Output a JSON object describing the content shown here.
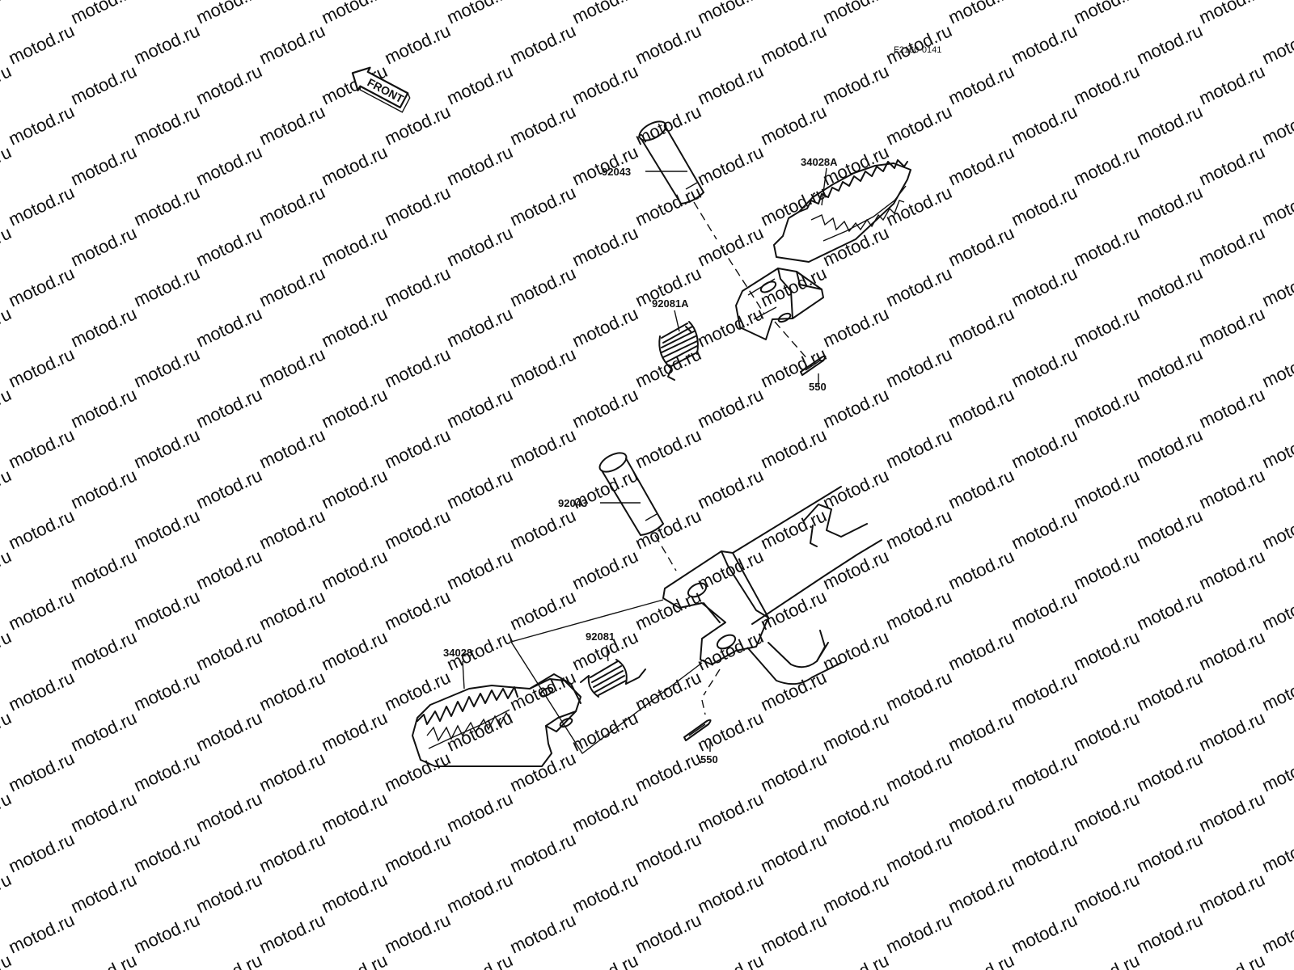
{
  "watermark": {
    "text": "motod.ru"
  },
  "diagram_code": "F2160-0141",
  "front_arrow": {
    "label": "FRONT"
  },
  "parts": {
    "upper_pin": "92043",
    "upper_footpeg": "34028A",
    "upper_spring": "92081A",
    "upper_cotter": "550",
    "lower_pin": "92043",
    "lower_footpeg": "34028",
    "lower_spring": "92081",
    "lower_cotter": "550"
  }
}
